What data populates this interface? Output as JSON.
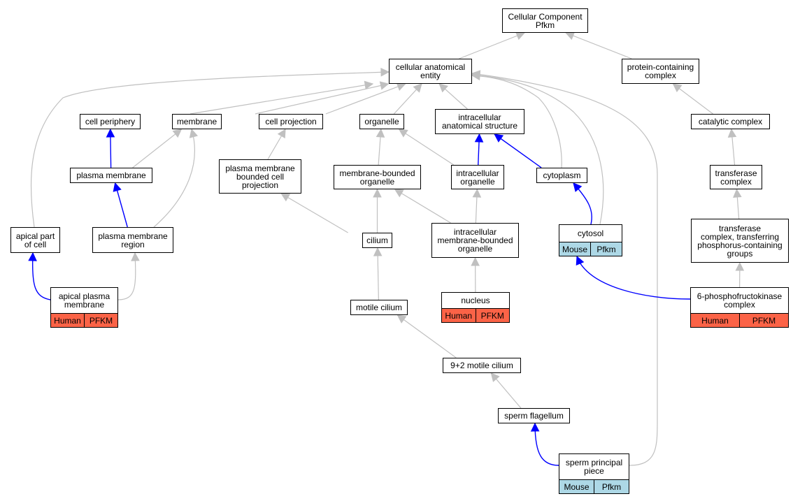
{
  "colors": {
    "edge_default": "#c0c0c0",
    "edge_highlight": "#0000ff",
    "human_tag": "#fb6347",
    "mouse_tag": "#add8e6"
  },
  "nodes": {
    "root": "Cellular Component\nPfkm",
    "cae": "cellular anatomical\nentity",
    "pcc": "protein-containing\ncomplex",
    "cellper": "cell periphery",
    "membrane": "membrane",
    "cellproj": "cell projection",
    "organelle": "organelle",
    "ias": "intracellular\nanatomical structure",
    "catcx": "catalytic complex",
    "pm": "plasma membrane",
    "pmbcp": "plasma membrane\nbounded cell\nprojection",
    "mbo": "membrane-bounded\norganelle",
    "io": "intracellular\norganelle",
    "cyto": "cytoplasm",
    "transcx": "transferase\ncomplex",
    "apc": "apical part\nof cell",
    "pmr": "plasma membrane\nregion",
    "cilium": "cilium",
    "imbo": "intracellular\nmembrane-bounded\norganelle",
    "cytosol": "cytosol",
    "tcptpg": "transferase\ncomplex, transferring\nphosphorus-containing\ngroups",
    "apm": "apical plasma\nmembrane",
    "nucleus": "nucleus",
    "pfk": "6-phosphofructokinase\ncomplex",
    "motcil": "motile cilium",
    "c92": "9+2 motile cilium",
    "sflag": "sperm flagellum",
    "spp": "sperm principal\npiece"
  },
  "annotations": {
    "cytosol": [
      "Mouse",
      "Pfkm"
    ],
    "apm": [
      "Human",
      "PFKM"
    ],
    "nucleus": [
      "Human",
      "PFKM"
    ],
    "pfk": [
      "Human",
      "PFKM"
    ],
    "spp": [
      "Mouse",
      "Pfkm"
    ]
  },
  "edges": [
    [
      "cae",
      "root",
      "gray"
    ],
    [
      "pcc",
      "root",
      "gray"
    ],
    [
      "cellper",
      "cae",
      "gray"
    ],
    [
      "membrane",
      "cae",
      "gray"
    ],
    [
      "cellproj",
      "cae",
      "gray"
    ],
    [
      "organelle",
      "cae",
      "gray"
    ],
    [
      "ias",
      "cae",
      "gray"
    ],
    [
      "cyto",
      "cae",
      "gray"
    ],
    [
      "cytosol",
      "cae",
      "gray"
    ],
    [
      "apc",
      "cae",
      "gray"
    ],
    [
      "spp",
      "cae",
      "gray"
    ],
    [
      "catcx",
      "pcc",
      "gray"
    ],
    [
      "transcx",
      "catcx",
      "gray"
    ],
    [
      "tcptpg",
      "transcx",
      "gray"
    ],
    [
      "pfk",
      "tcptpg",
      "gray"
    ],
    [
      "pm",
      "cellper",
      "blue"
    ],
    [
      "pm",
      "membrane",
      "gray"
    ],
    [
      "pmr",
      "membrane",
      "gray"
    ],
    [
      "pmr",
      "pm",
      "blue"
    ],
    [
      "pmbcp",
      "cellproj",
      "gray"
    ],
    [
      "mbo",
      "organelle",
      "gray"
    ],
    [
      "io",
      "organelle",
      "gray"
    ],
    [
      "io",
      "ias",
      "blue"
    ],
    [
      "cyto",
      "ias",
      "blue"
    ],
    [
      "cytosol",
      "cyto",
      "blue"
    ],
    [
      "cilium",
      "pmbcp",
      "gray"
    ],
    [
      "cilium",
      "mbo",
      "gray"
    ],
    [
      "imbo",
      "mbo",
      "gray"
    ],
    [
      "imbo",
      "io",
      "gray"
    ],
    [
      "nucleus",
      "imbo",
      "gray"
    ],
    [
      "apm",
      "apc",
      "blue"
    ],
    [
      "apm",
      "pmr",
      "gray"
    ],
    [
      "pfk",
      "cytosol",
      "blue"
    ],
    [
      "motcil",
      "cilium",
      "gray"
    ],
    [
      "c92",
      "motcil",
      "gray"
    ],
    [
      "sflag",
      "c92",
      "gray"
    ],
    [
      "spp",
      "sflag",
      "blue"
    ]
  ]
}
